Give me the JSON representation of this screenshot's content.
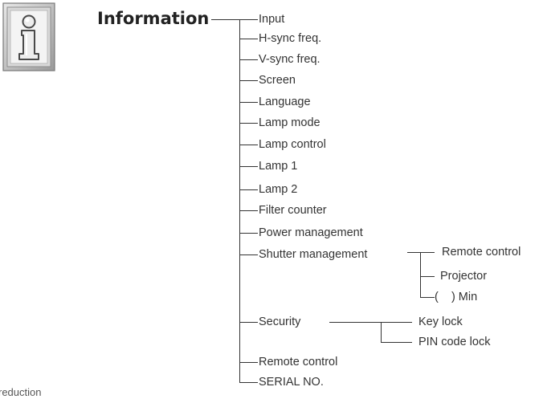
{
  "title": "Information",
  "icon": "info-icon",
  "menu_items": [
    "Input",
    "H-sync freq.",
    "V-sync freq.",
    "Screen",
    "Language",
    "Lamp mode",
    "Lamp control",
    "Lamp 1",
    "Lamp 2",
    "Filter counter",
    "Power management",
    "Shutter management",
    "Security",
    "Remote control",
    "SERIAL NO."
  ],
  "shutter_management": {
    "sub_items": [
      "Remote control",
      "Projector",
      "(    ) Min"
    ]
  },
  "security": {
    "sub_items": [
      "Key lock",
      "PIN code lock"
    ]
  },
  "footnote": "reduction"
}
